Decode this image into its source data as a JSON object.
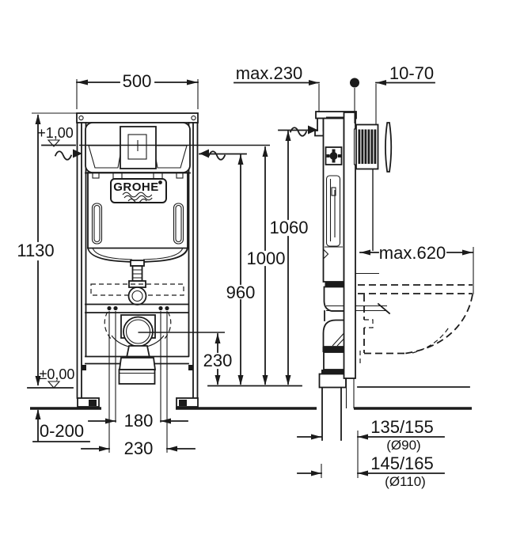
{
  "drawing": {
    "brand_logo": "GROHE",
    "front_view": {
      "frame_width": "500",
      "frame_height": "1130",
      "level_plate_center": "+1,00",
      "level_floor": "±0,00",
      "foot_adjust_range": "0-200",
      "drain_offset_inner": "180",
      "drain_offset_outer": "230"
    },
    "elevations": {
      "frame_top": "1060",
      "plate_center": "1000",
      "upper_edge": "960",
      "outlet_center": "230"
    },
    "side_view": {
      "in_wall_depth": "max.230",
      "wall_finish_range": "10-70",
      "bowl_projection": "max.620",
      "outlet_height_90": "135/155",
      "outlet_pipe_90": "(Ø90)",
      "outlet_height_110": "145/165",
      "outlet_pipe_110": "(Ø110)"
    },
    "colors": {
      "line": "#1b1b1b",
      "background": "#ffffff"
    }
  }
}
